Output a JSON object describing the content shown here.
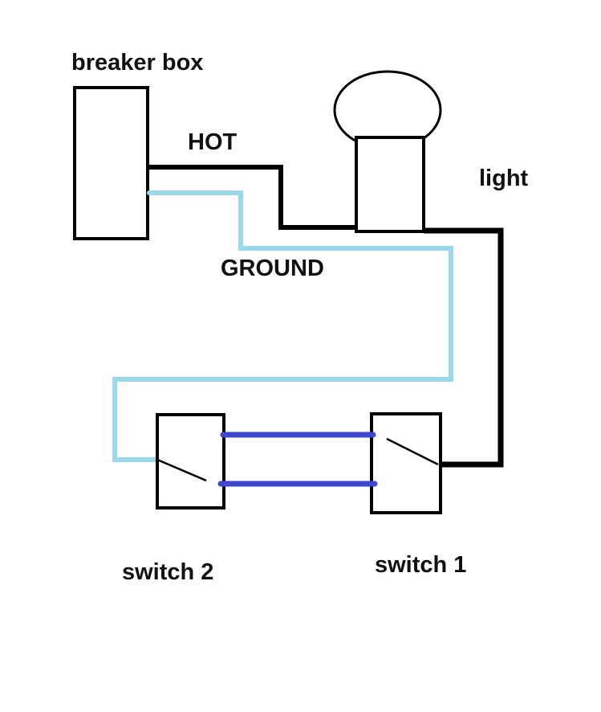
{
  "labels": {
    "breaker_box": "breaker box",
    "hot": "HOT",
    "light": "light",
    "ground": "GROUND",
    "switch2": "switch 2",
    "switch1": "switch 1"
  },
  "colors": {
    "hot_wire": "#000000",
    "ground_wire": "#99d9ea",
    "traveler_wire": "#3f48cc"
  }
}
